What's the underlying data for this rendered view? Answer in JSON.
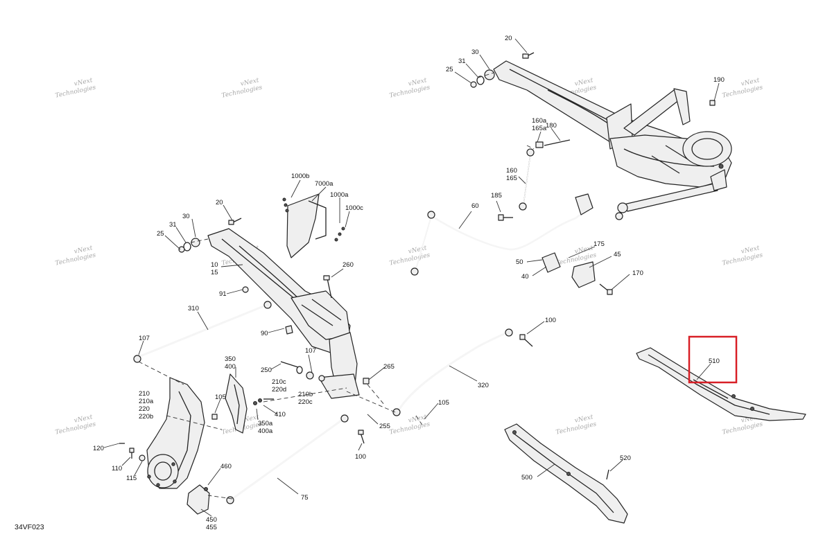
{
  "diagram": {
    "reference_code": "34VF023",
    "watermark": {
      "line1": "vNext",
      "line2": "Technologies"
    },
    "highlight_color": "#d81f26",
    "callouts": {
      "c20_top": "20",
      "c30_top": "30",
      "c31_top": "31",
      "c25_top": "25",
      "c190": "190",
      "c160a": "160a",
      "c165a": "165a",
      "c180": "180",
      "c160": "160",
      "c165": "165",
      "c185": "185",
      "c60": "60",
      "c175": "175",
      "c45": "45",
      "c50": "50",
      "c40": "40",
      "c170": "170",
      "c1000b": "1000b",
      "c7000a": "7000a",
      "c1000a": "1000a",
      "c1000c": "1000c",
      "c20_left": "20",
      "c30_left": "30",
      "c31_left": "31",
      "c25_left": "25",
      "c10": "10",
      "c15": "15",
      "c260": "260",
      "c91": "91",
      "c310": "310",
      "c90": "90",
      "c107_a": "107",
      "c107_b": "107",
      "c250": "250",
      "c210c": "210c",
      "c220d": "220d",
      "c210b": "210b",
      "c220c": "220c",
      "c265": "265",
      "c350": "350",
      "c400": "400",
      "c210": "210",
      "c210a": "210a",
      "c220": "220",
      "c220b": "220b",
      "c105_a": "105",
      "c410": "410",
      "c350a": "350a",
      "c400a": "400a",
      "c255": "255",
      "c320": "320",
      "c105_b": "105",
      "c100_top": "100",
      "c100_bot": "100",
      "c120": "120",
      "c110": "110",
      "c115": "115",
      "c460": "460",
      "c75": "75",
      "c450": "450",
      "c455": "455",
      "c510": "510",
      "c500": "500",
      "c520": "520"
    }
  }
}
